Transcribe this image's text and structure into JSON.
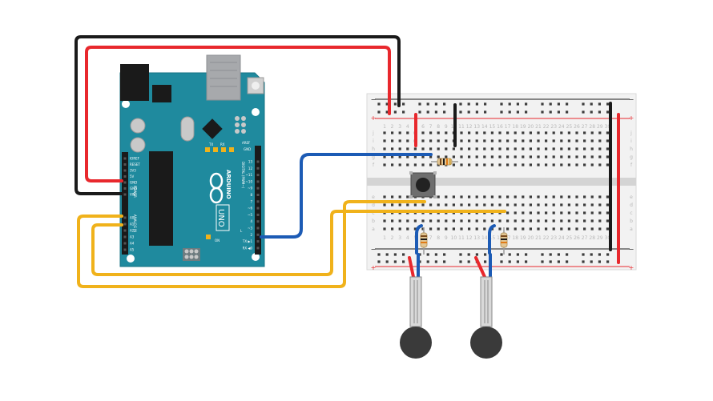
{
  "board": {
    "logo_text": "ARDUINO",
    "model_text": "UNO",
    "on_label": "ON",
    "tx_label": "TX",
    "rx_label": "RX",
    "aref_label": "AREF",
    "gnd_label": "GND",
    "digital_label": "DIGITAL (PWM~)",
    "power_label": "POWER",
    "analog_label": "ANALOG IN",
    "power_pins": [
      "IOREF",
      "RESET",
      "3V3",
      "5V",
      "GND",
      "GND",
      "VIN"
    ],
    "analog_pins": [
      "A0",
      "A1",
      "A2",
      "A3",
      "A4",
      "A5"
    ],
    "digital_pins": [
      "13",
      "12",
      "~11",
      "~10",
      "~9",
      "8",
      "7",
      "~6",
      "~5",
      "4",
      "~3",
      "2",
      "TX ▶1",
      "RX ◀0"
    ],
    "l_label": "L"
  },
  "breadboard": {
    "columns": [
      "1",
      "2",
      "3",
      "4",
      "5",
      "6",
      "7",
      "8",
      "9",
      "10",
      "11",
      "12",
      "13",
      "14",
      "15",
      "16",
      "17",
      "18",
      "19",
      "20",
      "21",
      "22",
      "23",
      "24",
      "25",
      "26",
      "27",
      "28",
      "29",
      "30"
    ],
    "rows_top": [
      "j",
      "i",
      "h",
      "g",
      "f"
    ],
    "rows_bottom": [
      "e",
      "d",
      "c",
      "b",
      "a"
    ]
  },
  "colors": {
    "board": "#1f8a9e",
    "wire_red": "#e8282d",
    "wire_black": "#1a1a1a",
    "wire_blue": "#1c5bb5",
    "wire_yellow": "#f0b21b",
    "breadboard": "#f2f2f2",
    "sensor": "#3a3a3a"
  }
}
